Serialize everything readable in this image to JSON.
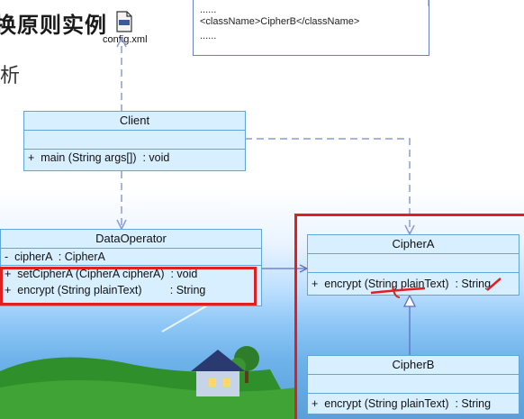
{
  "slide": {
    "title": "换原则实例",
    "subtitle": "析"
  },
  "config_file": {
    "label": "config.xml",
    "icon": "xml-file-icon"
  },
  "note": {
    "line1": "......",
    "line2": "<className>CipherB</className>",
    "line3": "......"
  },
  "classes": {
    "client": {
      "name": "Client",
      "operations": [
        "+  main (String args[])  : void"
      ]
    },
    "data_operator": {
      "name": "DataOperator",
      "attributes": [
        "-  cipherA  : CipherA"
      ],
      "operations": [
        "+  setCipherA (CipherA cipherA)  : void",
        "+  encrypt (String plainText)         : String"
      ]
    },
    "cipher_a": {
      "name": "CipherA",
      "operations": [
        "+  encrypt (String plainText)  : String"
      ]
    },
    "cipher_b": {
      "name": "CipherB",
      "operations": [
        "+  encrypt (String plainText)  : String"
      ]
    }
  },
  "colors": {
    "class_fill": "#d8efff",
    "class_border": "#5fa7d6",
    "highlight": "#e02020",
    "link": "#8c9ad8"
  }
}
